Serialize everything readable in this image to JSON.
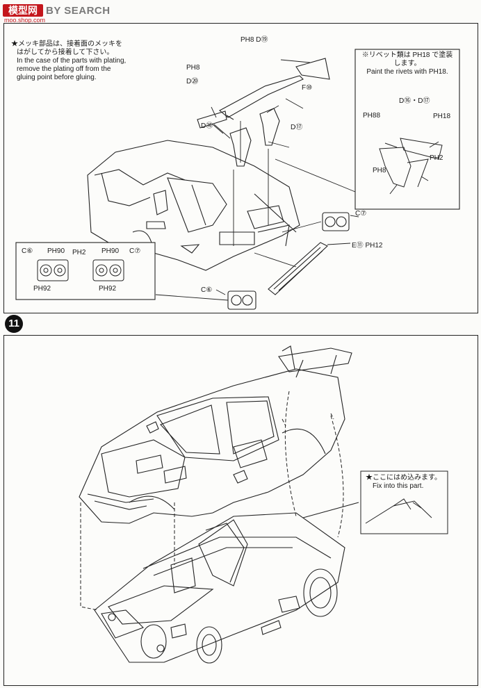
{
  "watermark": {
    "logo": "模型网",
    "brand": "BY SEARCH",
    "url": "moo.shop.com"
  },
  "step10": {
    "note_ja_1": "★メッキ部品は、接着面のメッキを",
    "note_ja_2": "はがしてから接着して下さい。",
    "note_en_1": "In the case of the parts with plating,",
    "note_en_2": "remove the plating off from the",
    "note_en_3": "gluing point before gluing.",
    "labels": {
      "d19": "PH8  D⑲",
      "d20_ph": "PH8",
      "d20": "D⑳",
      "f10": "F⑩",
      "d16": "D⑯",
      "d17": "D⑰",
      "c7_right": "C⑦",
      "e11": "E⑪ PH12",
      "c6_bottom": "C⑥"
    },
    "inset_rivets": {
      "note_ja_1": "※リベット類は PH18 で塗装",
      "note_ja_2": "します。",
      "note_en": "Paint the  rivets with PH18.",
      "parts": "D⑯・D⑰",
      "ph88": "PH88",
      "ph18": "PH18",
      "ph2": "PH2",
      "ph8": "PH8"
    },
    "inset_lights": {
      "c6": "C⑥",
      "ph90_a": "PH90",
      "ph2": "PH2",
      "ph90_b": "PH90",
      "c7": "C⑦",
      "ph92_a": "PH92",
      "ph92_b": "PH92"
    }
  },
  "step11": {
    "number": "11",
    "note_ja": "★ここにはめ込みます。",
    "note_en": "Fix into this part."
  }
}
